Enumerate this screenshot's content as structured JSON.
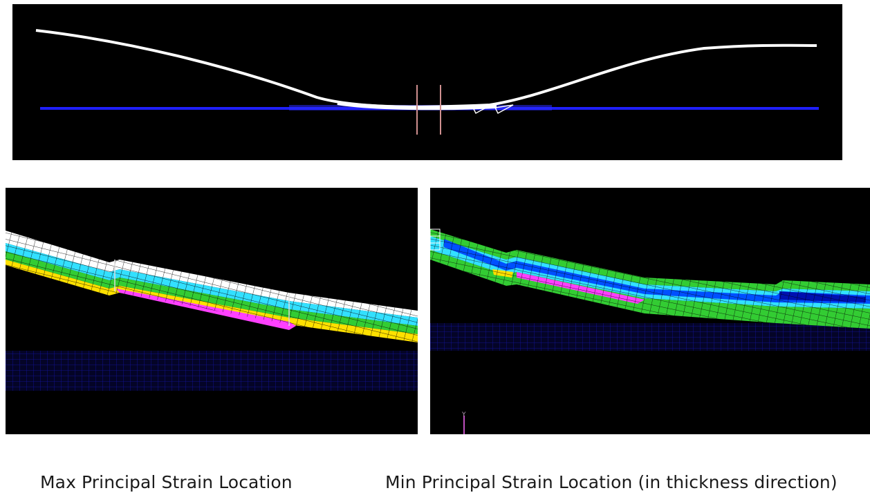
{
  "captions": {
    "left": "Max Principal Strain Location",
    "right": "Min Principal Strain Location (in thickness direction)"
  },
  "annotations": {
    "axis_marker": "Y"
  },
  "colors": {
    "background": "#000000",
    "page": "#ffffff",
    "mesh_blue": "#1a1aff",
    "strain_white": "#ffffff",
    "strain_magenta": "#ff40ff",
    "strain_yellow": "#ffee00",
    "strain_green": "#22cc33",
    "strain_cyan": "#00ffff",
    "strain_blue": "#0050ff",
    "strain_navy": "#0010b0",
    "indicator_pink": "#d09090"
  }
}
